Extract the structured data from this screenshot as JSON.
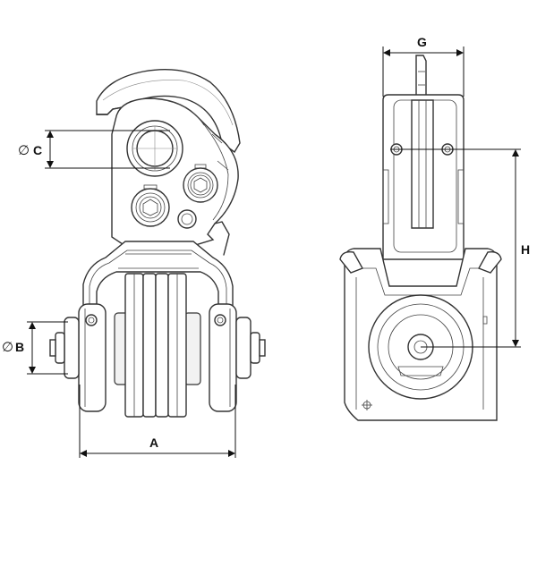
{
  "dimensions": {
    "a": "A",
    "b": "B",
    "c": "C",
    "g": "G",
    "h": "H",
    "diameter_symbol": "∅"
  },
  "colors": {
    "line": "#333333",
    "dimension": "#111111",
    "background": "#ffffff"
  }
}
